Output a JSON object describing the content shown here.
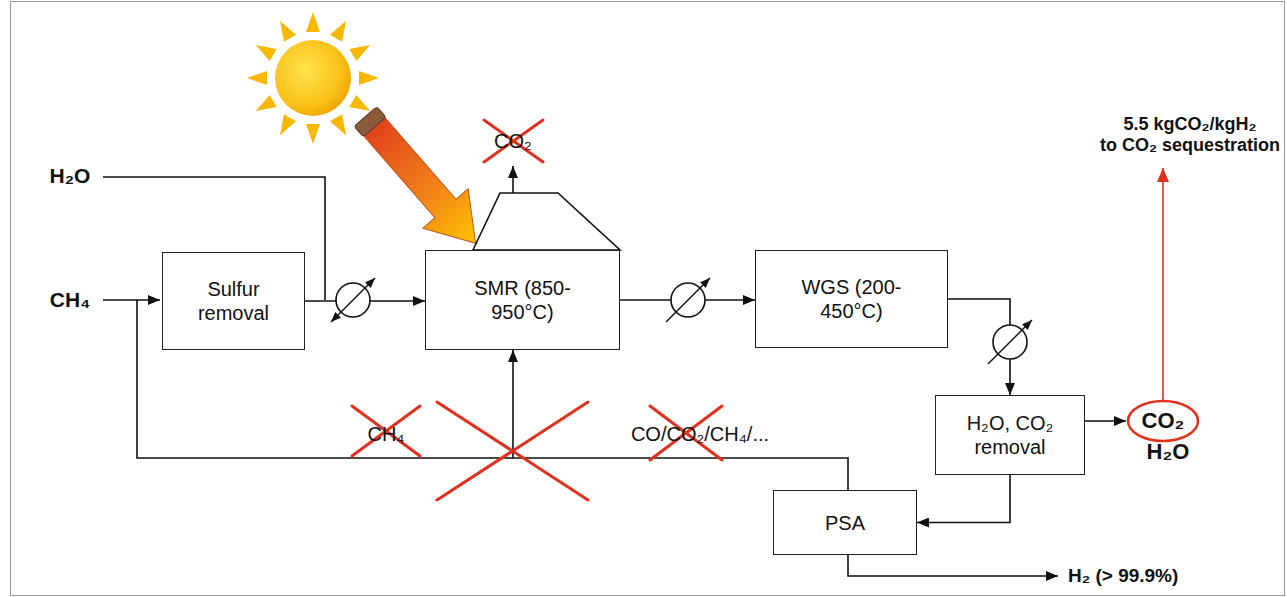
{
  "diagram": {
    "nodes": [
      {
        "text": [
          "Sulfur removal"
        ]
      },
      {
        "text": [
          "SMR (850-950°C)"
        ]
      },
      {
        "text": [
          "WGS (200-450°C)"
        ]
      },
      {
        "text": [
          "H₂O, CO₂ removal"
        ]
      },
      {
        "text": [
          "PSA"
        ]
      }
    ],
    "edges": [
      {
        "from": 0,
        "to": 1,
        "arrow": "to"
      },
      {
        "from": 1,
        "to": 2,
        "arrow": "to"
      },
      {
        "from": 2,
        "to": 3,
        "arrow": "to"
      },
      {
        "from": 3,
        "to": 4,
        "arrow": "to"
      },
      {
        "from": 4,
        "to": 1,
        "arrow": "to"
      }
    ],
    "labels": [
      "H₂O",
      "CH₄",
      "CO₂",
      "CH₄",
      "CO/CO₂/CH₄/...",
      "5.5 kgCO₂/kgH₂ to CO₂ sequestration",
      "CO₂",
      "H₂O",
      "H₂ (> 99.9%)"
    ]
  }
}
